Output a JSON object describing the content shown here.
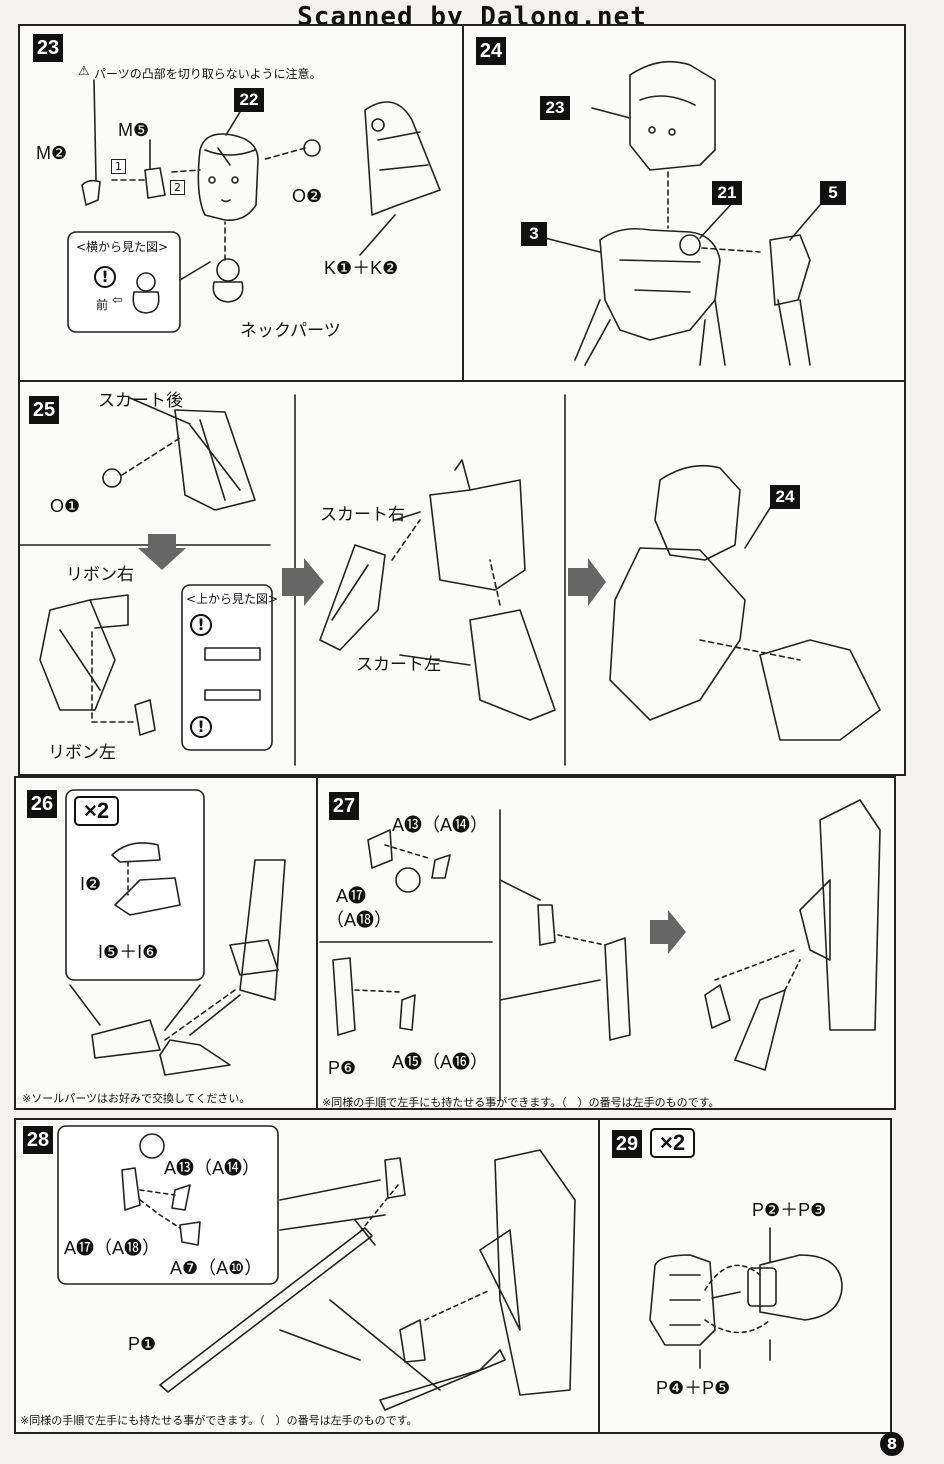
{
  "watermark": "Scanned by Dalong.net",
  "page_number": "8",
  "steps": {
    "s23": {
      "num": "23",
      "caution": "パーツの凸部を切り取らないように注意。",
      "part_22": "22",
      "m2": "M❷",
      "m5": "M❺",
      "o2": "O❷",
      "k": "K❶＋K❷",
      "order1": "1",
      "order2": "2",
      "side_view": "<横から見た図>",
      "front": "前",
      "neck": "ネックパーツ"
    },
    "s24": {
      "num": "24",
      "part_23": "23",
      "part_21": "21",
      "part_3": "3",
      "part_5": "5"
    },
    "s25": {
      "num": "25",
      "skirt_back": "スカート後",
      "o1": "O❶",
      "ribbon_right": "リボン右",
      "ribbon_left": "リボン左",
      "top_view": "<上から見た図>",
      "skirt_right": "スカート右",
      "skirt_left": "スカート左",
      "part_24": "24"
    },
    "s26": {
      "num": "26",
      "times": "×2",
      "i2": "I❷",
      "i56": "I❺＋I❻",
      "note": "※ソールパーツはお好みで交換してください。"
    },
    "s27": {
      "num": "27",
      "a13": "A⓭（A⓮）",
      "a17": "A⓱",
      "a18": "（A⓲）",
      "p6": "P❻",
      "a15": "A⓯（A⓰）",
      "note": "※同様の手順で左手にも持たせる事ができます。（　）の番号は左手のものです。"
    },
    "s28": {
      "num": "28",
      "a13": "A⓭（A⓮）",
      "a17": "A⓱（A⓲）",
      "a7": "A❼（A❿）",
      "p1": "P❶",
      "note": "※同様の手順で左手にも持たせる事ができます。（　）の番号は左手のものです。"
    },
    "s29": {
      "num": "29",
      "times": "×2",
      "p23": "P❷＋P❸",
      "p45": "P❹＋P❺"
    }
  }
}
